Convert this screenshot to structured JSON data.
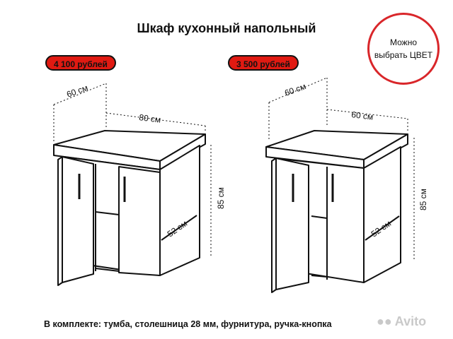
{
  "title": "Шкаф кухонный напольный",
  "left_cabinet": {
    "price": "4 100 рублей",
    "depth": "60 см",
    "width": "80 см",
    "height": "85 см",
    "diag": "52 см"
  },
  "right_cabinet": {
    "price": "3 500 рублей",
    "depth": "60 см",
    "width": "60 см",
    "height": "85 см",
    "diag": "52 см"
  },
  "badge": {
    "line1": "Можно",
    "line2": "выбрать ЦВЕТ"
  },
  "footer": "В комплекте: тумба, столешница  28 мм, фурнитура, ручка-кнопка",
  "watermark": "Avito",
  "colors": {
    "price_bg": "#e01a12",
    "badge_border": "#d9262a"
  }
}
